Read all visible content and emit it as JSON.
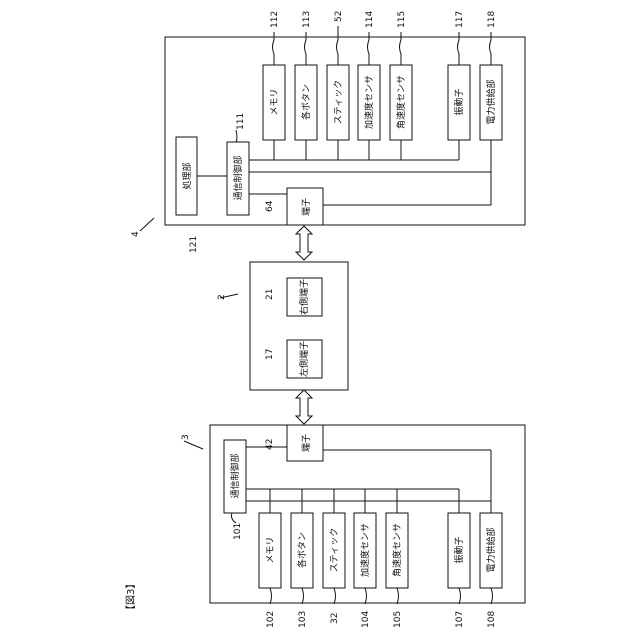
{
  "figure_label": "【図3】",
  "top_device": {
    "ref": "4",
    "processing": {
      "label": "処理部",
      "ref": "121"
    },
    "comm": {
      "label": "通信制御部",
      "ref": "111"
    },
    "terminal": {
      "label": "端子",
      "ref": "64"
    },
    "components": [
      {
        "label": "メモリ",
        "ref": "112"
      },
      {
        "label": "各ボタン",
        "ref": "113"
      },
      {
        "label": "スティック",
        "ref": "52"
      },
      {
        "label": "加速度センサ",
        "ref": "114"
      },
      {
        "label": "角速度センサ",
        "ref": "115"
      },
      {
        "label": "振動子",
        "ref": "117"
      },
      {
        "label": "電力供給部",
        "ref": "118"
      }
    ]
  },
  "middle_device": {
    "ref": "2",
    "right_terminal": {
      "label": "右側端子",
      "ref": "21"
    },
    "left_terminal": {
      "label": "左側端子",
      "ref": "17"
    }
  },
  "bottom_device": {
    "ref": "3",
    "comm": {
      "label": "通信制御部",
      "ref": "101"
    },
    "terminal": {
      "label": "端子",
      "ref": "42"
    },
    "components": [
      {
        "label": "メモリ",
        "ref": "102"
      },
      {
        "label": "各ボタン",
        "ref": "103"
      },
      {
        "label": "スティック",
        "ref": "32"
      },
      {
        "label": "加速度センサ",
        "ref": "104"
      },
      {
        "label": "角速度センサ",
        "ref": "105"
      },
      {
        "label": "振動子",
        "ref": "107"
      },
      {
        "label": "電力供給部",
        "ref": "108"
      }
    ]
  }
}
